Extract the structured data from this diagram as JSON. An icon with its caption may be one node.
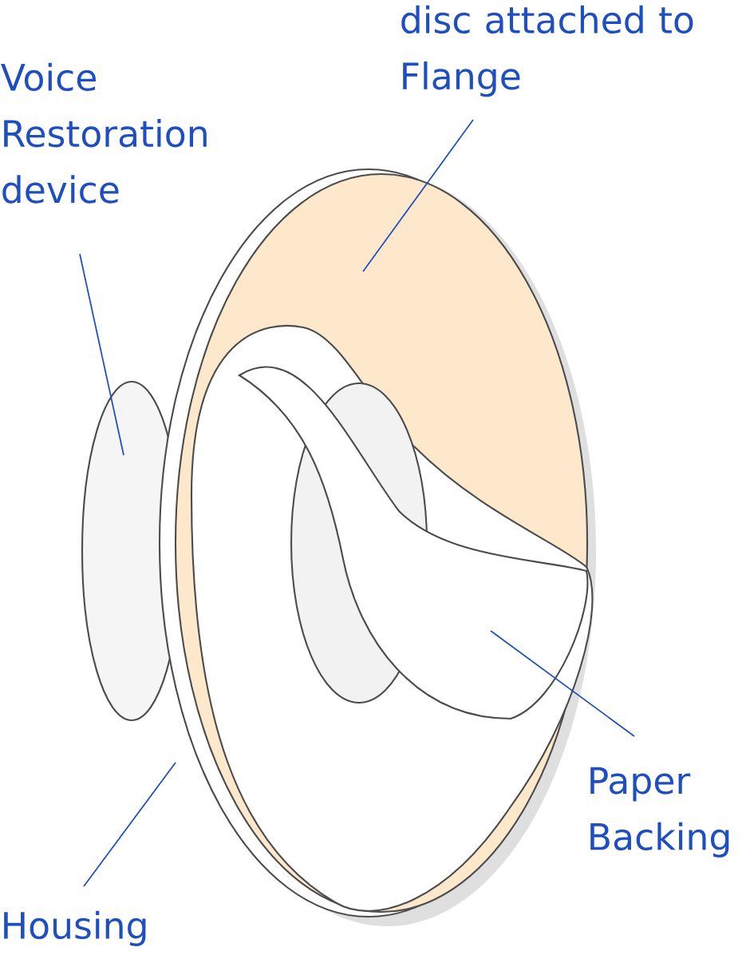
{
  "diagram": {
    "nodes": [
      {
        "text": [
          "disc attached to Flange"
        ]
      },
      {
        "text": [
          "Voice Restoration device"
        ]
      },
      {
        "text": [
          "Paper Backing"
        ]
      },
      {
        "text": [
          "Housing"
        ]
      }
    ],
    "edges": [
      {
        "from": 0,
        "to": null,
        "arrow": "none"
      },
      {
        "from": 1,
        "to": null,
        "arrow": "none"
      },
      {
        "from": 2,
        "to": null,
        "arrow": "none"
      },
      {
        "from": 3,
        "to": null,
        "arrow": "none"
      }
    ]
  }
}
